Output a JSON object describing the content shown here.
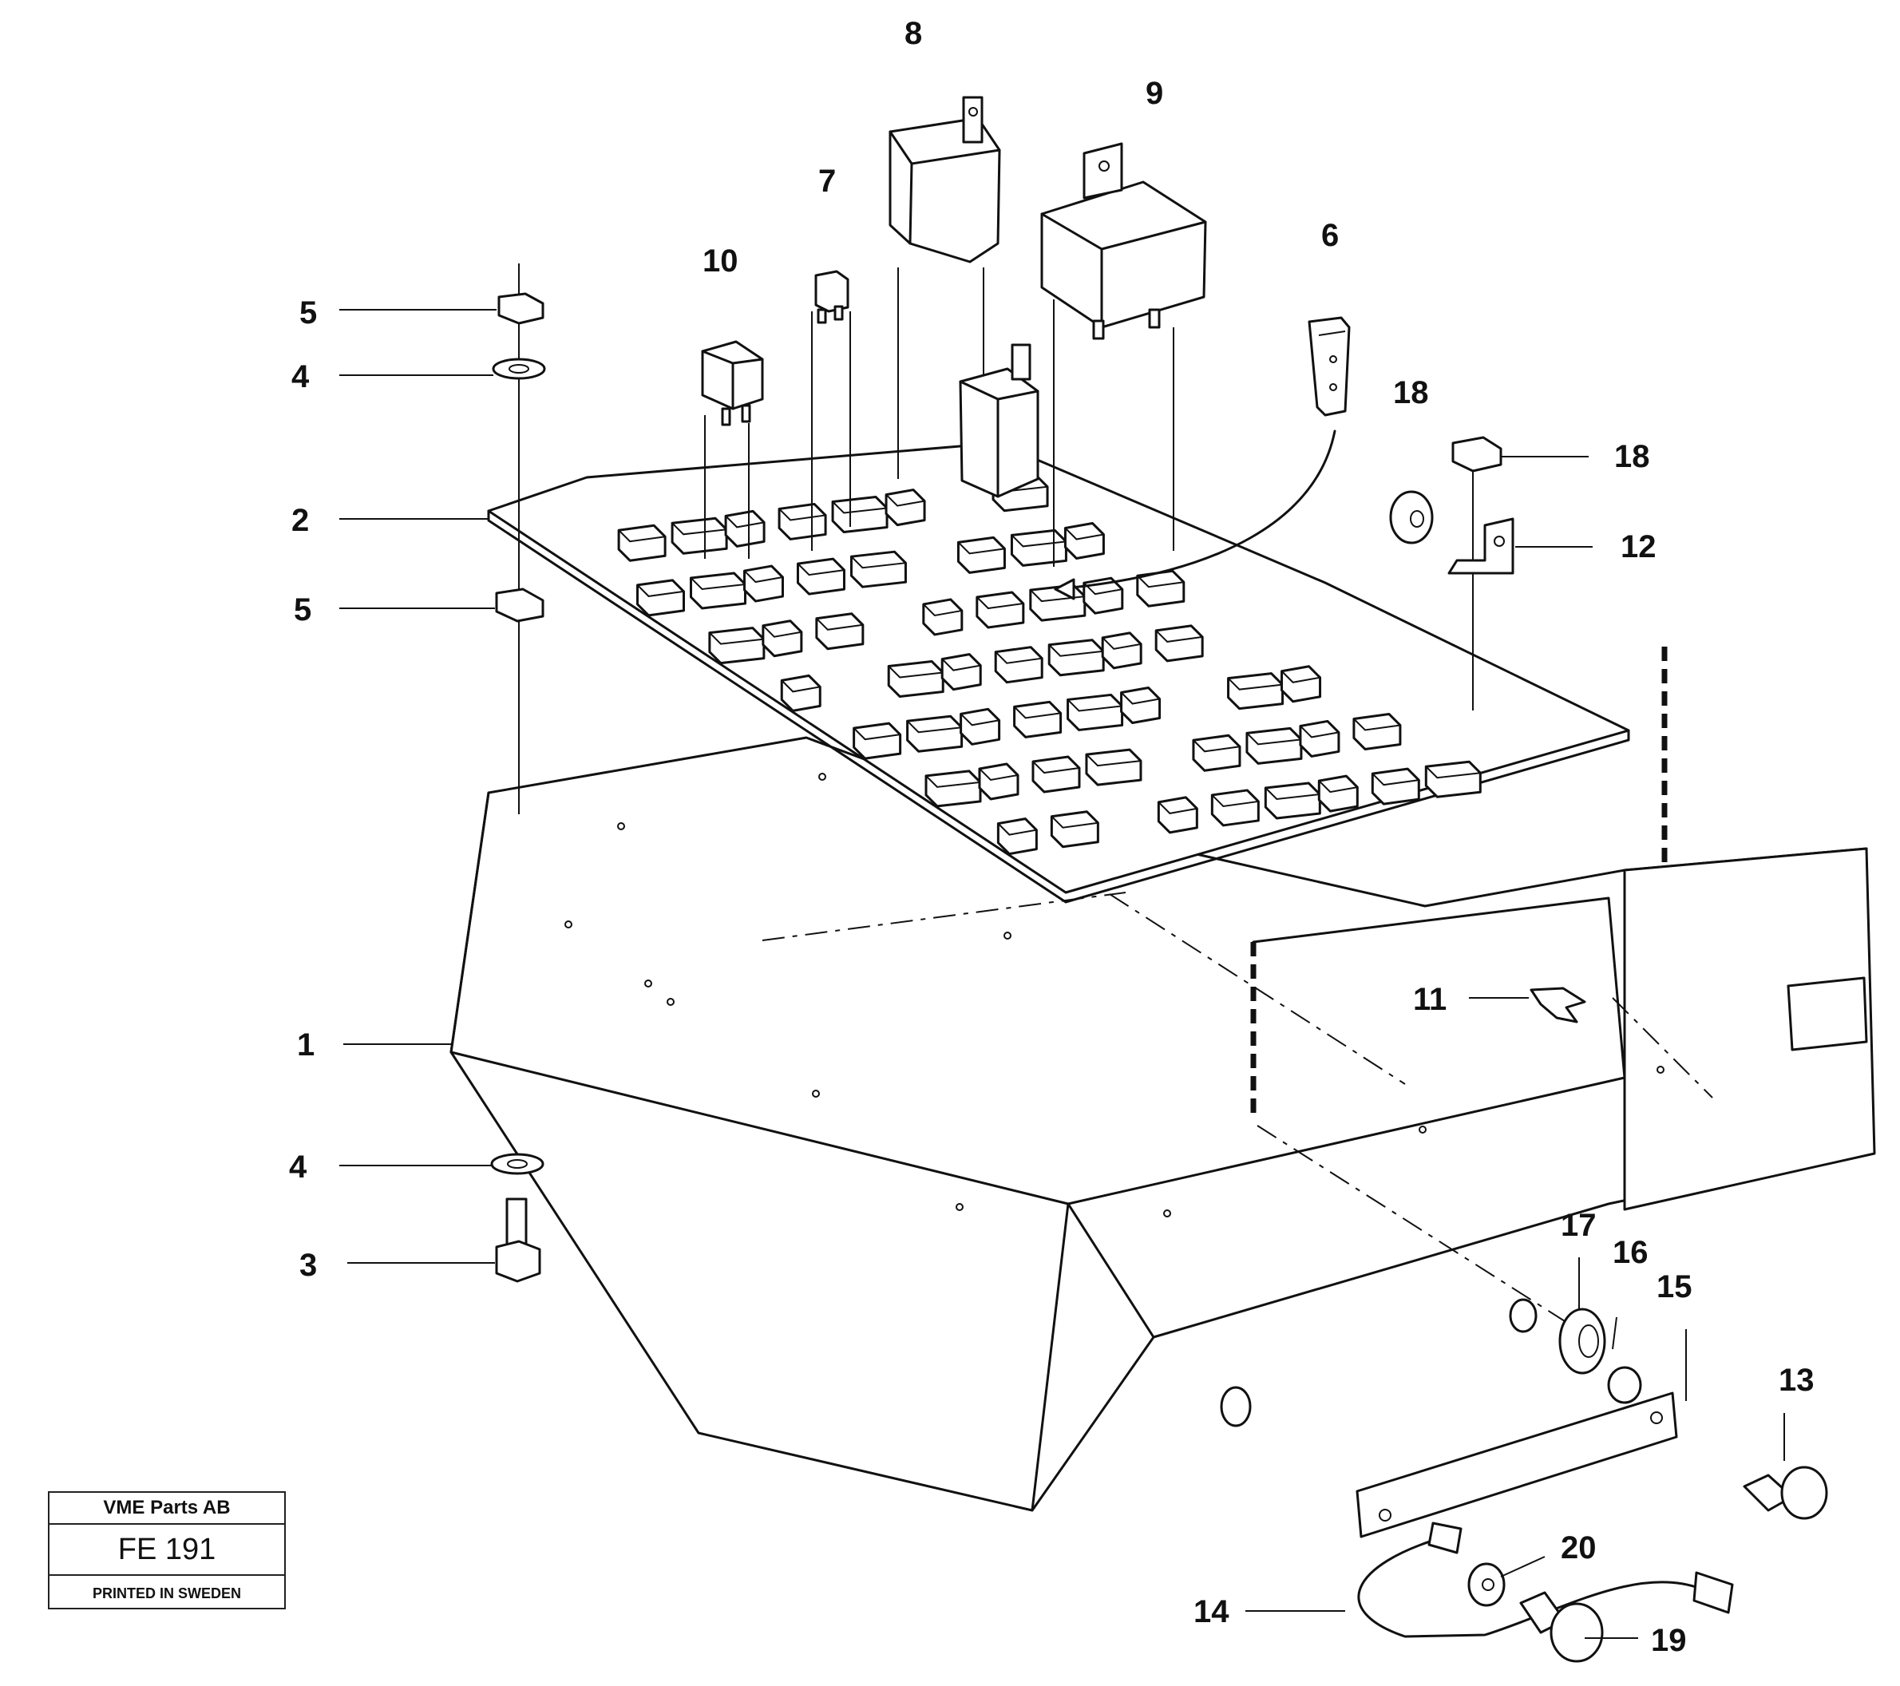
{
  "stamp": {
    "company": "VME Parts AB",
    "code": "FE 191",
    "printed": "PRINTED IN SWEDEN"
  },
  "callouts": {
    "c1": "1",
    "c2": "2",
    "c3": "3",
    "c4a": "4",
    "c4b": "4",
    "c5a": "5",
    "c5b": "5",
    "c6": "6",
    "c7": "7",
    "c8": "8",
    "c9": "9",
    "c10": "10",
    "c11": "11",
    "c12": "12",
    "c13": "13",
    "c14": "14",
    "c15": "15",
    "c16": "16",
    "c17": "17",
    "c18a": "18",
    "c18b": "18",
    "c19": "19",
    "c20": "20"
  }
}
